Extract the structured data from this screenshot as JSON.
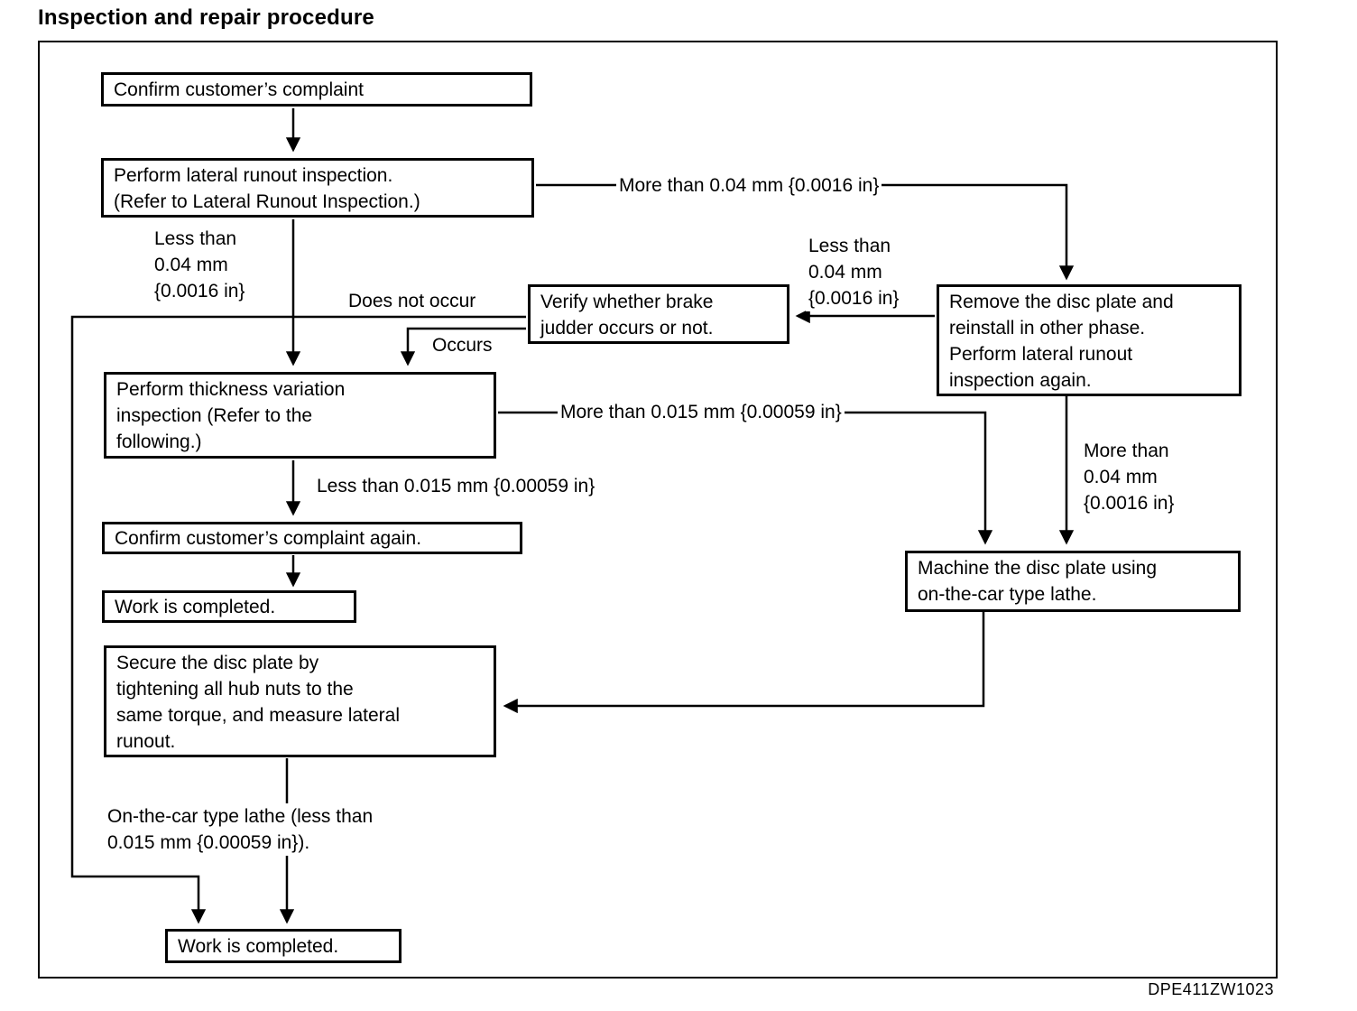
{
  "page": {
    "title": "Inspection and repair procedure",
    "figure_code": "DPE411ZW1023"
  },
  "colors": {
    "ink": "#000000",
    "paper": "#ffffff"
  },
  "flowchart": {
    "nodes": {
      "confirm_complaint": {
        "text": "Confirm customer’s complaint"
      },
      "lateral_runout_inspection": {
        "text": "Perform lateral runout inspection.\n(Refer to Lateral Runout Inspection.)"
      },
      "verify_brake_judder": {
        "text": "Verify whether brake\njudder occurs or not."
      },
      "remove_disc_plate": {
        "text": "Remove the disc plate and\nreinstall in other phase.\nPerform lateral runout\ninspection again."
      },
      "thickness_variation": {
        "text": "Perform thickness variation\ninspection (Refer to the\nfollowing.)"
      },
      "confirm_complaint_again": {
        "text": "Confirm customer’s complaint again."
      },
      "work_completed_first": {
        "text": "Work is completed."
      },
      "secure_disc_plate": {
        "text": "Secure the disc plate by\ntightening all hub nuts to the\nsame torque, and measure lateral\nrunout."
      },
      "machine_disc_plate": {
        "text": "Machine the disc plate using\non-the-car type lathe."
      },
      "work_completed_final": {
        "text": "Work is completed."
      }
    },
    "edge_labels": {
      "more_than_004_top": "More than 0.04 mm {0.0016 in}",
      "less_than_004_left": "Less than\n0.04 mm\n{0.0016 in}",
      "does_not_occur": "Does not occur",
      "less_than_004_mid": "Less than\n0.04 mm\n{0.0016 in}",
      "occurs": "Occurs",
      "more_than_0015": "More than 0.015 mm {0.00059 in}",
      "less_than_0015": "Less than 0.015 mm {0.00059 in}",
      "more_than_004_right": "More than\n0.04 mm\n{0.0016 in}",
      "on_the_car_lathe": "On-the-car type lathe (less than\n0.015 mm {0.00059 in})."
    }
  }
}
